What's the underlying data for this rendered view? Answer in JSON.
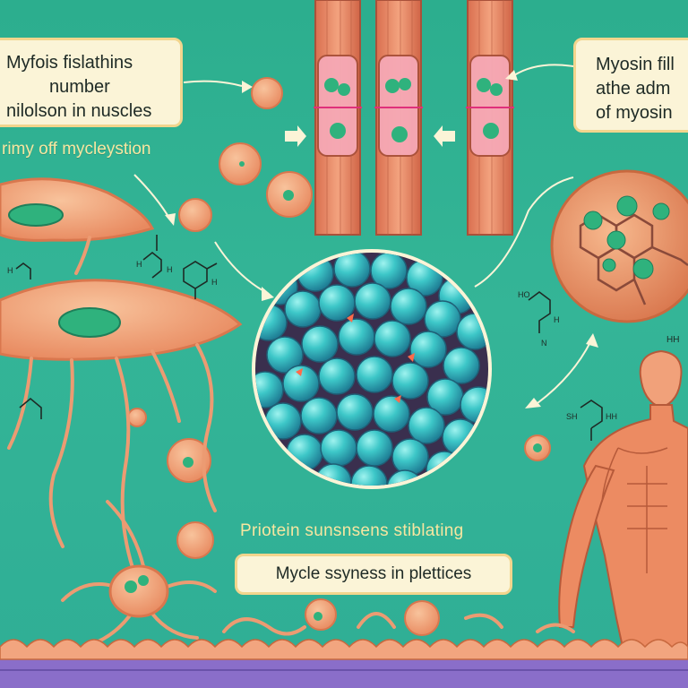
{
  "labels": {
    "top_left": [
      "Myfois fislathins",
      "number",
      "nilolson in nuscles"
    ],
    "top_right": [
      "Myosin fill",
      "athe adm",
      "of myosin"
    ],
    "left_caption": "rimy off mycleystion",
    "center_caption": "Priotein sunsnsens stiblating",
    "bottom_box": "Mycle ssyness in plettices",
    "molecule_tag": "HH"
  },
  "colors": {
    "background": "#2fae95",
    "cell": "#f0a57a",
    "cell_outline": "#d9774e",
    "nucleus": "#3dbf83",
    "sphere": "#3bc6c9",
    "label_bg": "#fbf4d7",
    "label_border": "#f2d58d"
  },
  "icons": {
    "arrows": "arrow-icon",
    "molecule": "molecule-structure-icon",
    "body": "human-muscle-figure-icon"
  }
}
